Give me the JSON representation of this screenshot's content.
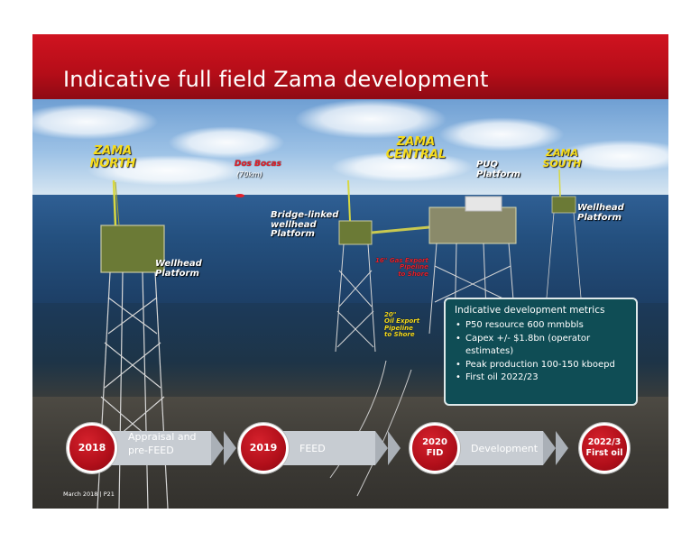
{
  "slide": {
    "title": "Indicative full field Zama development",
    "footer": "March 2018 | P21"
  },
  "labels": {
    "zama_north": "ZAMA\nNORTH",
    "zama_central": "ZAMA\nCENTRAL",
    "zama_south": "ZAMA\nSOUTH",
    "dos_bocas": "Dos Bocas",
    "dos_bocas_dist": "(70km)",
    "puq_platform": "PUQ\nPlatform",
    "wellhead_south": "Wellhead\nPlatform",
    "bridge_linked": "Bridge-linked\nwellhead\nPlatform",
    "wellhead_north": "Wellhead\nPlatform",
    "gas_export": "16\" Gas Export\nPipeline\nto Shore",
    "oil_export": "20\"\nOil Export\nPipeline\nto Shore"
  },
  "metrics": {
    "title": "Indicative development metrics",
    "items": [
      "P50 resource 600 mmbbls",
      "Capex +/- $1.8bn (operator estimates)",
      "Peak production 100-150 kboepd",
      "First oil 2022/23"
    ]
  },
  "timeline": [
    {
      "circle": "2018",
      "label": "Appraisal and\npre-FEED"
    },
    {
      "circle": "2019",
      "label": "FEED"
    },
    {
      "circle": "2020\nFID",
      "label": "Development"
    },
    {
      "circle": "2022/3\nFirst oil",
      "label": ""
    }
  ],
  "colors": {
    "header_red": "#c3111d",
    "field_label_yellow": "#f6dc1d",
    "metrics_box": "#0f4d55",
    "timeline_red": "#b10f1a",
    "timeline_band": "#c7ccd2"
  }
}
